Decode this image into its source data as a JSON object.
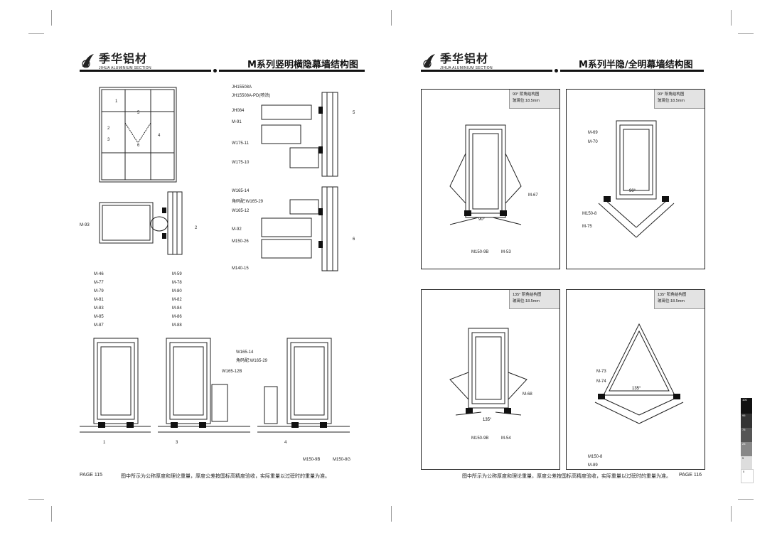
{
  "brand": {
    "name_cn": "季华铝材",
    "name_en": "JIHUA ALUMINIUM SECTION"
  },
  "left": {
    "title": "M系列竖明横隐幕墙结构图",
    "page": "PAGE 115",
    "note": "图中所示为公称厚度和理论重量，厚度公差按国标高精度验收，实际重量以过磅时的重量为准。",
    "elevation_markers": [
      "1",
      "2",
      "3",
      "4",
      "5",
      "6"
    ],
    "sectionA_labels": [
      "JH15508A",
      "JH15508A-PD(喷涂)",
      "JH084",
      "M-91",
      "W175-11",
      "W175-10"
    ],
    "sectionB_labels": [
      "W165-14",
      "角码配:W165-29",
      "W165-12",
      "M-92",
      "M150-26",
      "M140-15"
    ],
    "marker_a": "5",
    "marker_b": "6",
    "mullion_label": "M-93",
    "mullion_marker": "2",
    "colA_labels": [
      "M-46",
      "M-77",
      "M-79",
      "M-81",
      "M-83",
      "M-85",
      "M-87"
    ],
    "colB_labels": [
      "M-59",
      "M-78",
      "M-80",
      "M-82",
      "M-84",
      "M-86",
      "M-88"
    ],
    "colC_labels": [
      "W165-14",
      "角码配:W165-29",
      "W165-12B"
    ],
    "bottom_labels": [
      "M150-9B",
      "M150-8G"
    ],
    "bottom_markers": [
      "1",
      "3",
      "4"
    ]
  },
  "right": {
    "title": "M系列半隐/全明幕墙结构图",
    "page": "PAGE 116",
    "note": "图中所示为公称厚度和理论重量，厚度公差按国标高精度验收，实际重量以过磅时的重量为准。",
    "panels": [
      {
        "tag1": "90° 阴角结构图",
        "tag2": "玻璃位:18.5mm",
        "angle": "90°",
        "labels": [
          "M-67",
          "M150-9B",
          "M-53"
        ]
      },
      {
        "tag1": "90° 阳角结构图",
        "tag2": "玻璃位:18.5mm",
        "angle": "90°",
        "labels": [
          "M-69",
          "M-70",
          "M150-8",
          "M-75"
        ]
      },
      {
        "tag1": "135° 阴角结构图",
        "tag2": "玻璃位:18.5mm",
        "angle": "135°",
        "labels": [
          "M-68",
          "M150-9B",
          "M-54"
        ]
      },
      {
        "tag1": "135° 阳角结构图",
        "tag2": "玻璃位:18.5mm",
        "angle": "135°",
        "labels": [
          "M-73",
          "M-74",
          "M150-8",
          "M-89"
        ]
      }
    ]
  },
  "swatches": [
    "100",
    "95",
    "75",
    "25",
    "5",
    "0"
  ],
  "colors": {
    "ink": "#222222",
    "tag_bg": "#e3e3e3",
    "rule": "#111111"
  }
}
